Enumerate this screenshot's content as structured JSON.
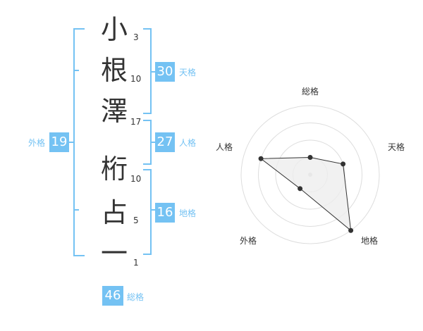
{
  "name_chars": [
    {
      "char": "小",
      "strokes": "3"
    },
    {
      "char": "根",
      "strokes": "10"
    },
    {
      "char": "澤",
      "strokes": "17"
    },
    {
      "char": "桁",
      "strokes": "10"
    },
    {
      "char": "占",
      "strokes": "5"
    },
    {
      "char": "一",
      "strokes": "1"
    }
  ],
  "fortunes": {
    "tenkaku": {
      "value": "30",
      "label": "天格"
    },
    "jinkaku": {
      "value": "27",
      "label": "人格"
    },
    "chikaku": {
      "value": "16",
      "label": "地格"
    },
    "gaikaku": {
      "value": "19",
      "label": "外格"
    },
    "soukaku": {
      "value": "46",
      "label": "総格"
    }
  },
  "radar": {
    "labels": {
      "top": "総格",
      "right": "天格",
      "bottom_right": "地格",
      "bottom_left": "外格",
      "left": "人格"
    },
    "levels": 4,
    "values": {
      "soukaku": 1,
      "tenkaku": 2,
      "chikaku": 4,
      "gaikaku": 1,
      "jinkaku": 3
    },
    "colors": {
      "grid": "#dddddd",
      "line": "#333333",
      "fill": "#eeeeee",
      "accent": "#74c2f3"
    }
  }
}
